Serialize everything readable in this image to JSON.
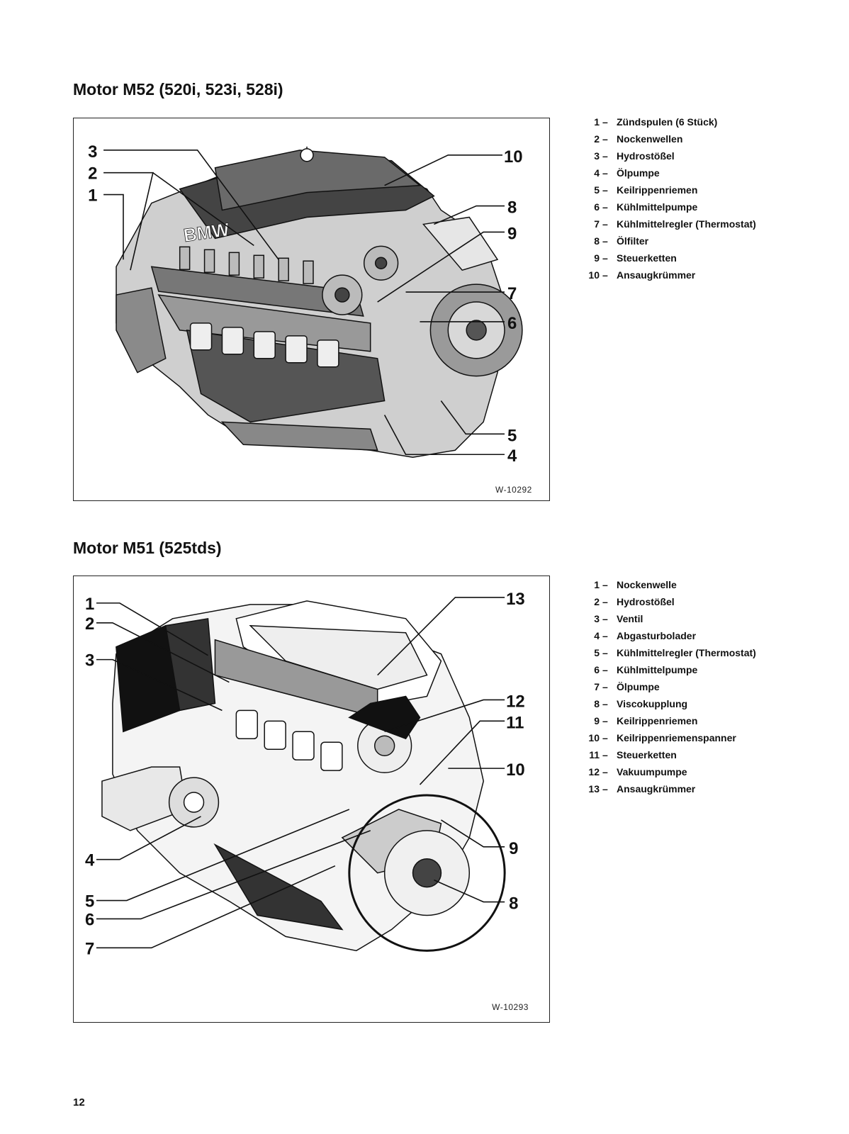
{
  "sections": [
    {
      "title": "Motor M52 (520i, 523i, 528i)",
      "figure_code": "W-10292",
      "logo_text": "BMW",
      "callouts": [
        "3",
        "2",
        "1",
        "10",
        "8",
        "9",
        "7",
        "6",
        "5",
        "4"
      ],
      "legend": [
        {
          "num": "1",
          "label": "Zündspulen (6 Stück)"
        },
        {
          "num": "2",
          "label": "Nockenwellen"
        },
        {
          "num": "3",
          "label": "Hydrostößel"
        },
        {
          "num": "4",
          "label": "Ölpumpe"
        },
        {
          "num": "5",
          "label": "Keilrippenriemen"
        },
        {
          "num": "6",
          "label": "Kühlmittelpumpe"
        },
        {
          "num": "7",
          "label": "Kühlmittelregler (Thermostat)"
        },
        {
          "num": "8",
          "label": "Ölfilter"
        },
        {
          "num": "9",
          "label": "Steuerketten"
        },
        {
          "num": "10",
          "label": "Ansaugkrümmer"
        }
      ]
    },
    {
      "title": "Motor M51 (525tds)",
      "figure_code": "W-10293",
      "callouts": [
        "1",
        "2",
        "3",
        "13",
        "12",
        "11",
        "10",
        "4",
        "9",
        "5",
        "6",
        "8",
        "7"
      ],
      "legend": [
        {
          "num": "1",
          "label": "Nockenwelle"
        },
        {
          "num": "2",
          "label": "Hydrostößel"
        },
        {
          "num": "3",
          "label": "Ventil"
        },
        {
          "num": "4",
          "label": "Abgasturbolader"
        },
        {
          "num": "5",
          "label": "Kühlmittelregler (Thermostat)"
        },
        {
          "num": "6",
          "label": "Kühlmittelpumpe"
        },
        {
          "num": "7",
          "label": "Ölpumpe"
        },
        {
          "num": "8",
          "label": "Viscokupplung"
        },
        {
          "num": "9",
          "label": "Keilrippenriemen"
        },
        {
          "num": "10",
          "label": "Keilrippenriemenspanner"
        },
        {
          "num": "11",
          "label": "Steuerketten"
        },
        {
          "num": "12",
          "label": "Vakuumpumpe"
        },
        {
          "num": "13",
          "label": "Ansaugkrümmer"
        }
      ]
    }
  ],
  "page_number": "12"
}
